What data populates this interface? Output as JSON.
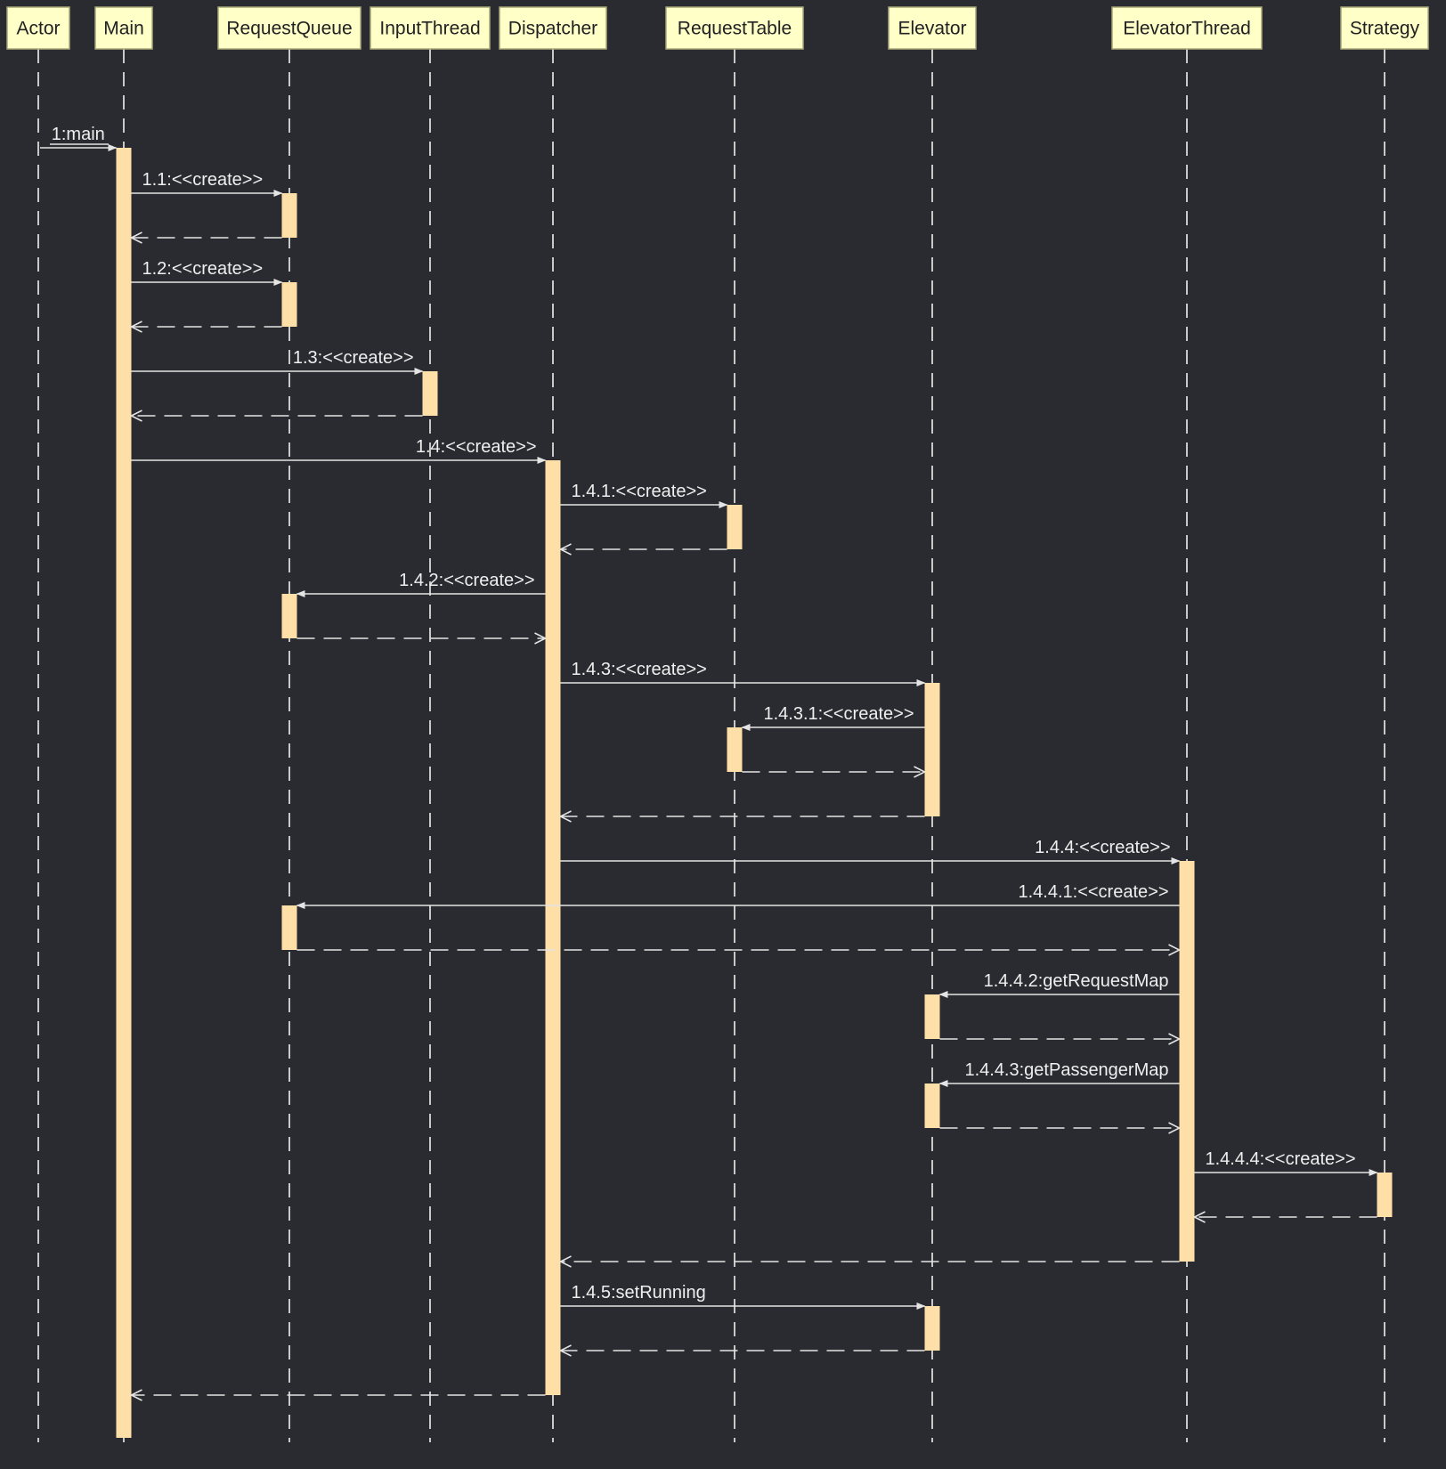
{
  "colors": {
    "background": "#2a2b30",
    "participant_fill": "#ffffc8",
    "participant_border": "#a8a878",
    "activation_fill": "#ffdfa8",
    "line": "#e4e4e4",
    "text": "#efefef"
  },
  "participants": [
    {
      "id": "actor",
      "label": "Actor"
    },
    {
      "id": "main",
      "label": "Main"
    },
    {
      "id": "requestqueue",
      "label": "RequestQueue"
    },
    {
      "id": "inputthread",
      "label": "InputThread"
    },
    {
      "id": "dispatcher",
      "label": "Dispatcher"
    },
    {
      "id": "requesttable",
      "label": "RequestTable"
    },
    {
      "id": "elevator",
      "label": "Elevator"
    },
    {
      "id": "elevatorthread",
      "label": "ElevatorThread"
    },
    {
      "id": "strategy",
      "label": "Strategy"
    }
  ],
  "messages": [
    {
      "id": "m1",
      "from": "actor",
      "to": "main",
      "label": "1:main"
    },
    {
      "id": "m1_1",
      "from": "main",
      "to": "requestqueue",
      "label": "1.1:<<create>>"
    },
    {
      "id": "r1_1",
      "from": "requestqueue",
      "to": "main",
      "label": "",
      "return": true
    },
    {
      "id": "m1_2",
      "from": "main",
      "to": "requestqueue",
      "label": "1.2:<<create>>"
    },
    {
      "id": "r1_2",
      "from": "requestqueue",
      "to": "main",
      "label": "",
      "return": true
    },
    {
      "id": "m1_3",
      "from": "main",
      "to": "inputthread",
      "label": "1.3:<<create>>"
    },
    {
      "id": "r1_3",
      "from": "inputthread",
      "to": "main",
      "label": "",
      "return": true
    },
    {
      "id": "m1_4",
      "from": "main",
      "to": "dispatcher",
      "label": "1.4:<<create>>"
    },
    {
      "id": "m1_4_1",
      "from": "dispatcher",
      "to": "requesttable",
      "label": "1.4.1:<<create>>"
    },
    {
      "id": "r1_4_1",
      "from": "requesttable",
      "to": "dispatcher",
      "label": "",
      "return": true
    },
    {
      "id": "m1_4_2",
      "from": "dispatcher",
      "to": "requestqueue",
      "label": "1.4.2:<<create>>"
    },
    {
      "id": "r1_4_2",
      "from": "requestqueue",
      "to": "dispatcher",
      "label": "",
      "return": true
    },
    {
      "id": "m1_4_3",
      "from": "dispatcher",
      "to": "elevator",
      "label": "1.4.3:<<create>>"
    },
    {
      "id": "m1_4_3_1",
      "from": "elevator",
      "to": "requesttable",
      "label": "1.4.3.1:<<create>>"
    },
    {
      "id": "r1_4_3_1",
      "from": "requesttable",
      "to": "elevator",
      "label": "",
      "return": true
    },
    {
      "id": "r1_4_3",
      "from": "elevator",
      "to": "dispatcher",
      "label": "",
      "return": true
    },
    {
      "id": "m1_4_4",
      "from": "dispatcher",
      "to": "elevatorthread",
      "label": "1.4.4:<<create>>"
    },
    {
      "id": "m1_4_4_1",
      "from": "elevatorthread",
      "to": "requestqueue",
      "label": "1.4.4.1:<<create>>"
    },
    {
      "id": "r1_4_4_1",
      "from": "requestqueue",
      "to": "elevatorthread",
      "label": "",
      "return": true
    },
    {
      "id": "m1_4_4_2",
      "from": "elevatorthread",
      "to": "elevator",
      "label": "1.4.4.2:getRequestMap"
    },
    {
      "id": "r1_4_4_2",
      "from": "elevator",
      "to": "elevatorthread",
      "label": "",
      "return": true
    },
    {
      "id": "m1_4_4_3",
      "from": "elevatorthread",
      "to": "elevator",
      "label": "1.4.4.3:getPassengerMap"
    },
    {
      "id": "r1_4_4_3",
      "from": "elevator",
      "to": "elevatorthread",
      "label": "",
      "return": true
    },
    {
      "id": "m1_4_4_4",
      "from": "elevatorthread",
      "to": "strategy",
      "label": "1.4.4.4:<<create>>"
    },
    {
      "id": "r1_4_4_4",
      "from": "strategy",
      "to": "elevatorthread",
      "label": "",
      "return": true
    },
    {
      "id": "r1_4_4",
      "from": "elevatorthread",
      "to": "dispatcher",
      "label": "",
      "return": true
    },
    {
      "id": "m1_4_5",
      "from": "dispatcher",
      "to": "elevator",
      "label": "1.4.5:setRunning"
    },
    {
      "id": "r1_4_5",
      "from": "elevator",
      "to": "dispatcher",
      "label": "",
      "return": true
    },
    {
      "id": "r1_4",
      "from": "dispatcher",
      "to": "main",
      "label": "",
      "return": true
    }
  ]
}
